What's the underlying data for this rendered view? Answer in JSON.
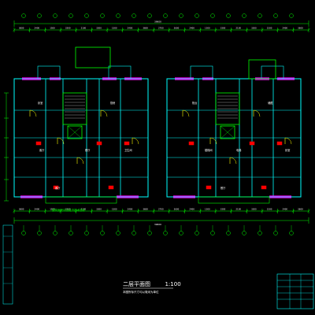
{
  "drawing": {
    "title": "二层平面图",
    "scale": "1:100",
    "subtitle": "本图所标尺寸均以毫米为单位",
    "note_left": "建筑面积详见经济技术指标"
  },
  "dimensions": {
    "top_row": [
      "3600",
      "2400",
      "1500",
      "3300",
      "2100",
      "3300",
      "1500",
      "2400",
      "3600",
      "2700",
      "3600",
      "2400",
      "1500",
      "3300",
      "2100",
      "3300",
      "1500",
      "2400",
      "3600"
    ],
    "top_total": "39600",
    "bottom_row": [
      "3600",
      "2400",
      "1500",
      "3300",
      "2100",
      "3300",
      "1500",
      "2400",
      "3600",
      "2700",
      "3600",
      "2400",
      "1500",
      "3300",
      "2100",
      "3300",
      "1500",
      "2400",
      "3600"
    ],
    "bottom_total": "39600"
  },
  "colors": {
    "background": "#000000",
    "wall": "#00ffff",
    "wall_alt": "#00ff00",
    "door": "#ffff00",
    "window": "#ff00ff",
    "furniture": "#ffffff",
    "column": "#ff0000",
    "axis": "#00ff00",
    "dim": "#00ff00",
    "title_block": "#00ffff"
  },
  "rooms": [
    "卧室",
    "客厅",
    "餐厅",
    "厨房",
    "卫生间",
    "阳台",
    "楼梯间",
    "电梯",
    "储藏"
  ]
}
